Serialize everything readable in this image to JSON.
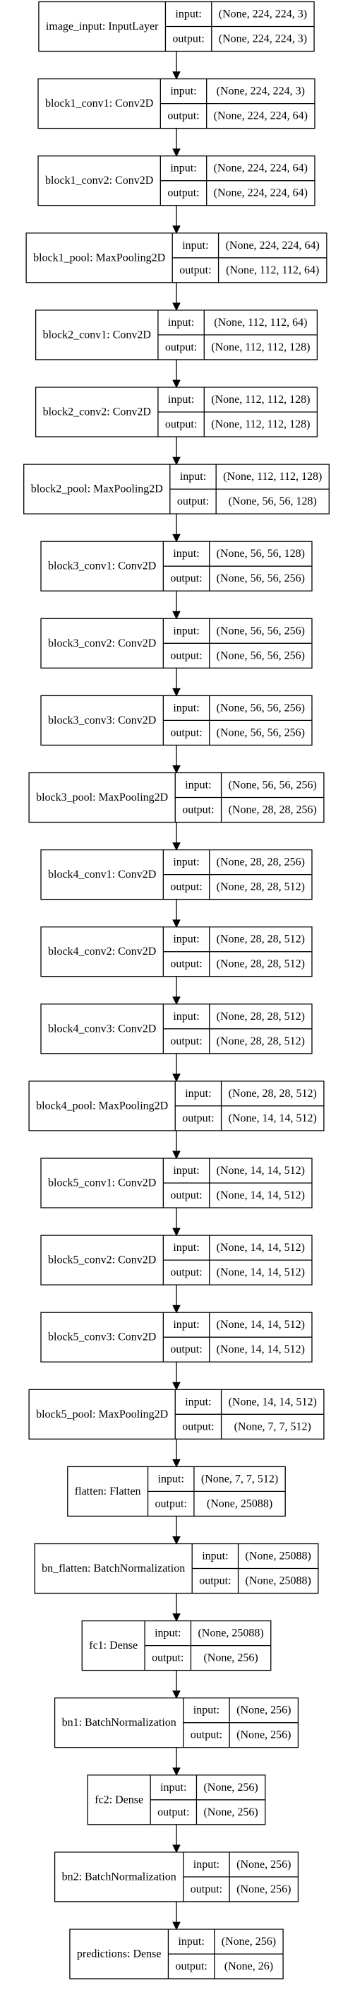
{
  "labels": {
    "input": "input:",
    "output": "output:"
  },
  "layers": [
    {
      "name": "image_input: InputLayer",
      "input": "(None, 224, 224, 3)",
      "output": "(None, 224, 224, 3)"
    },
    {
      "name": "block1_conv1: Conv2D",
      "input": "(None, 224, 224, 3)",
      "output": "(None, 224, 224, 64)"
    },
    {
      "name": "block1_conv2: Conv2D",
      "input": "(None, 224, 224, 64)",
      "output": "(None, 224, 224, 64)"
    },
    {
      "name": "block1_pool: MaxPooling2D",
      "input": "(None, 224, 224, 64)",
      "output": "(None, 112, 112, 64)"
    },
    {
      "name": "block2_conv1: Conv2D",
      "input": "(None, 112, 112, 64)",
      "output": "(None, 112, 112, 128)"
    },
    {
      "name": "block2_conv2: Conv2D",
      "input": "(None, 112, 112, 128)",
      "output": "(None, 112, 112, 128)"
    },
    {
      "name": "block2_pool: MaxPooling2D",
      "input": "(None, 112, 112, 128)",
      "output": "(None, 56, 56, 128)"
    },
    {
      "name": "block3_conv1: Conv2D",
      "input": "(None, 56, 56, 128)",
      "output": "(None, 56, 56, 256)"
    },
    {
      "name": "block3_conv2: Conv2D",
      "input": "(None, 56, 56, 256)",
      "output": "(None, 56, 56, 256)"
    },
    {
      "name": "block3_conv3: Conv2D",
      "input": "(None, 56, 56, 256)",
      "output": "(None, 56, 56, 256)"
    },
    {
      "name": "block3_pool: MaxPooling2D",
      "input": "(None, 56, 56, 256)",
      "output": "(None, 28, 28, 256)"
    },
    {
      "name": "block4_conv1: Conv2D",
      "input": "(None, 28, 28, 256)",
      "output": "(None, 28, 28, 512)"
    },
    {
      "name": "block4_conv2: Conv2D",
      "input": "(None, 28, 28, 512)",
      "output": "(None, 28, 28, 512)"
    },
    {
      "name": "block4_conv3: Conv2D",
      "input": "(None, 28, 28, 512)",
      "output": "(None, 28, 28, 512)"
    },
    {
      "name": "block4_pool: MaxPooling2D",
      "input": "(None, 28, 28, 512)",
      "output": "(None, 14, 14, 512)"
    },
    {
      "name": "block5_conv1: Conv2D",
      "input": "(None, 14, 14, 512)",
      "output": "(None, 14, 14, 512)"
    },
    {
      "name": "block5_conv2: Conv2D",
      "input": "(None, 14, 14, 512)",
      "output": "(None, 14, 14, 512)"
    },
    {
      "name": "block5_conv3: Conv2D",
      "input": "(None, 14, 14, 512)",
      "output": "(None, 14, 14, 512)"
    },
    {
      "name": "block5_pool: MaxPooling2D",
      "input": "(None, 14, 14, 512)",
      "output": "(None, 7, 7, 512)"
    },
    {
      "name": "flatten: Flatten",
      "input": "(None, 7, 7, 512)",
      "output": "(None, 25088)"
    },
    {
      "name": "bn_flatten: BatchNormalization",
      "input": "(None, 25088)",
      "output": "(None, 25088)"
    },
    {
      "name": "fc1: Dense",
      "input": "(None, 25088)",
      "output": "(None, 256)"
    },
    {
      "name": "bn1: BatchNormalization",
      "input": "(None, 256)",
      "output": "(None, 256)"
    },
    {
      "name": "fc2: Dense",
      "input": "(None, 256)",
      "output": "(None, 256)"
    },
    {
      "name": "bn2: BatchNormalization",
      "input": "(None, 256)",
      "output": "(None, 256)"
    },
    {
      "name": "predictions: Dense",
      "input": "(None, 256)",
      "output": "(None, 26)"
    }
  ]
}
